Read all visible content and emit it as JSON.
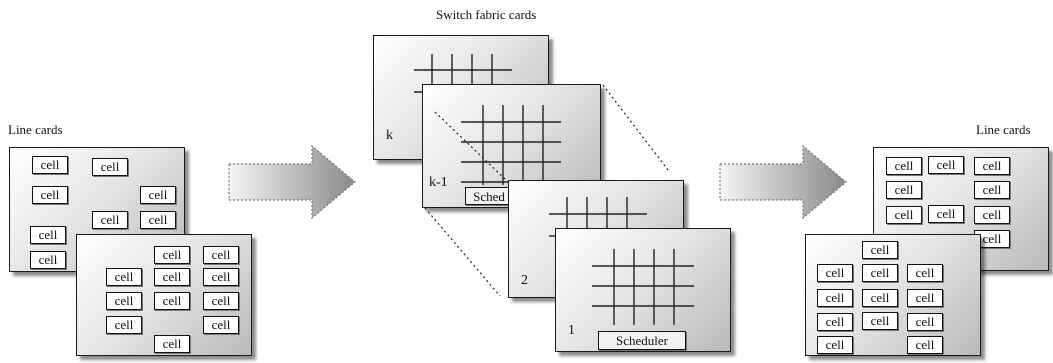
{
  "header": {
    "switch_fabric_label": "Switch fabric cards"
  },
  "left": {
    "label": "Line cards"
  },
  "right": {
    "label": "Line cards"
  },
  "cell_label": "cell",
  "fabric_cards": [
    {
      "number": "k"
    },
    {
      "number": "k-1",
      "scheduler": "Sched"
    },
    {
      "number": "2"
    },
    {
      "number": "1",
      "scheduler": "Scheduler"
    }
  ],
  "colors": {
    "arrow_light": "#f4f4f4",
    "arrow_dark": "#8a8a8a",
    "card_border": "#1a1a1a"
  }
}
